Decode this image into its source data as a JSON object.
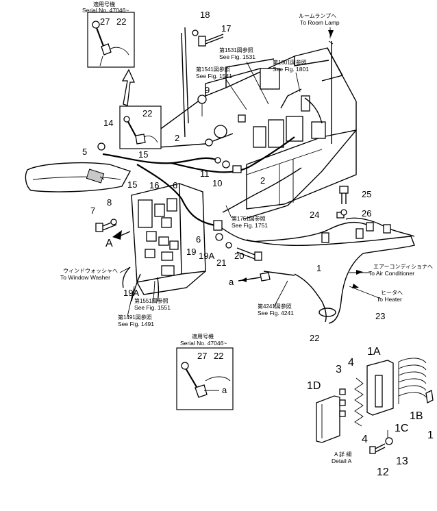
{
  "inset_top": {
    "serial_jp": "適用号機",
    "serial": "Serial No. 47046~",
    "parts": [
      "27",
      "22"
    ]
  },
  "inset_mid": {
    "parts": [
      "22",
      "15"
    ]
  },
  "inset_bottom": {
    "serial_jp": "適用号機",
    "serial": "Serial No. 47046~",
    "parts": [
      "27",
      "22",
      "a"
    ]
  },
  "room_lamp": {
    "jp": "ルームランプへ",
    "en": "To Room Lamp"
  },
  "window_washer": {
    "jp": "ウィンドウォッシャへ",
    "en": "To Window Washer"
  },
  "air_conditioner": {
    "jp": "エアーコンディショナへ",
    "en": "To Air Conditioner"
  },
  "heater": {
    "jp": "ヒータへ",
    "en": "To Heater"
  },
  "fig_refs": {
    "f1531": {
      "jp": "第1531図参照",
      "en": "See Fig. 1531"
    },
    "f1541": {
      "jp": "第1541図参照",
      "en": "See Fig. 1541"
    },
    "f1801": {
      "jp": "第1801図参照",
      "en": "See Fig. 1801"
    },
    "f1751": {
      "jp": "第1751図参照",
      "en": "See Fig. 1751"
    },
    "f1551": {
      "jp": "第1551図参照",
      "en": "See Fig. 1551"
    },
    "f1491": {
      "jp": "第1491図参照",
      "en": "See Fig. 1491"
    },
    "f4241": {
      "jp": "第4241図参照",
      "en": "See Fig. 4241"
    }
  },
  "detail": {
    "jp": "A 詳 細",
    "en": "Detail A"
  },
  "view_arrow": "A",
  "callouts": {
    "c18": "18",
    "c17": "17",
    "c9": "9",
    "c14": "14",
    "c5": "5",
    "c2a": "2",
    "c2b": "2",
    "c15": "15",
    "c16": "16",
    "c6a": "6",
    "c6b": "6",
    "c11": "11",
    "c10": "10",
    "c8": "8",
    "c7": "7",
    "c19": "19",
    "c19a1": "19A",
    "c19a2": "19A",
    "c21": "21",
    "c20": "20",
    "c25": "25",
    "c26": "26",
    "c24": "24",
    "c1": "1",
    "c23": "23",
    "c22": "22",
    "ca": "a"
  },
  "detail_callouts": {
    "c1a": "1A",
    "c1d": "1D",
    "c3": "3",
    "c4a": "4",
    "c4b": "4",
    "c1b": "1B",
    "c1c": "1C",
    "c1": "1",
    "c13": "13",
    "c12": "12"
  }
}
